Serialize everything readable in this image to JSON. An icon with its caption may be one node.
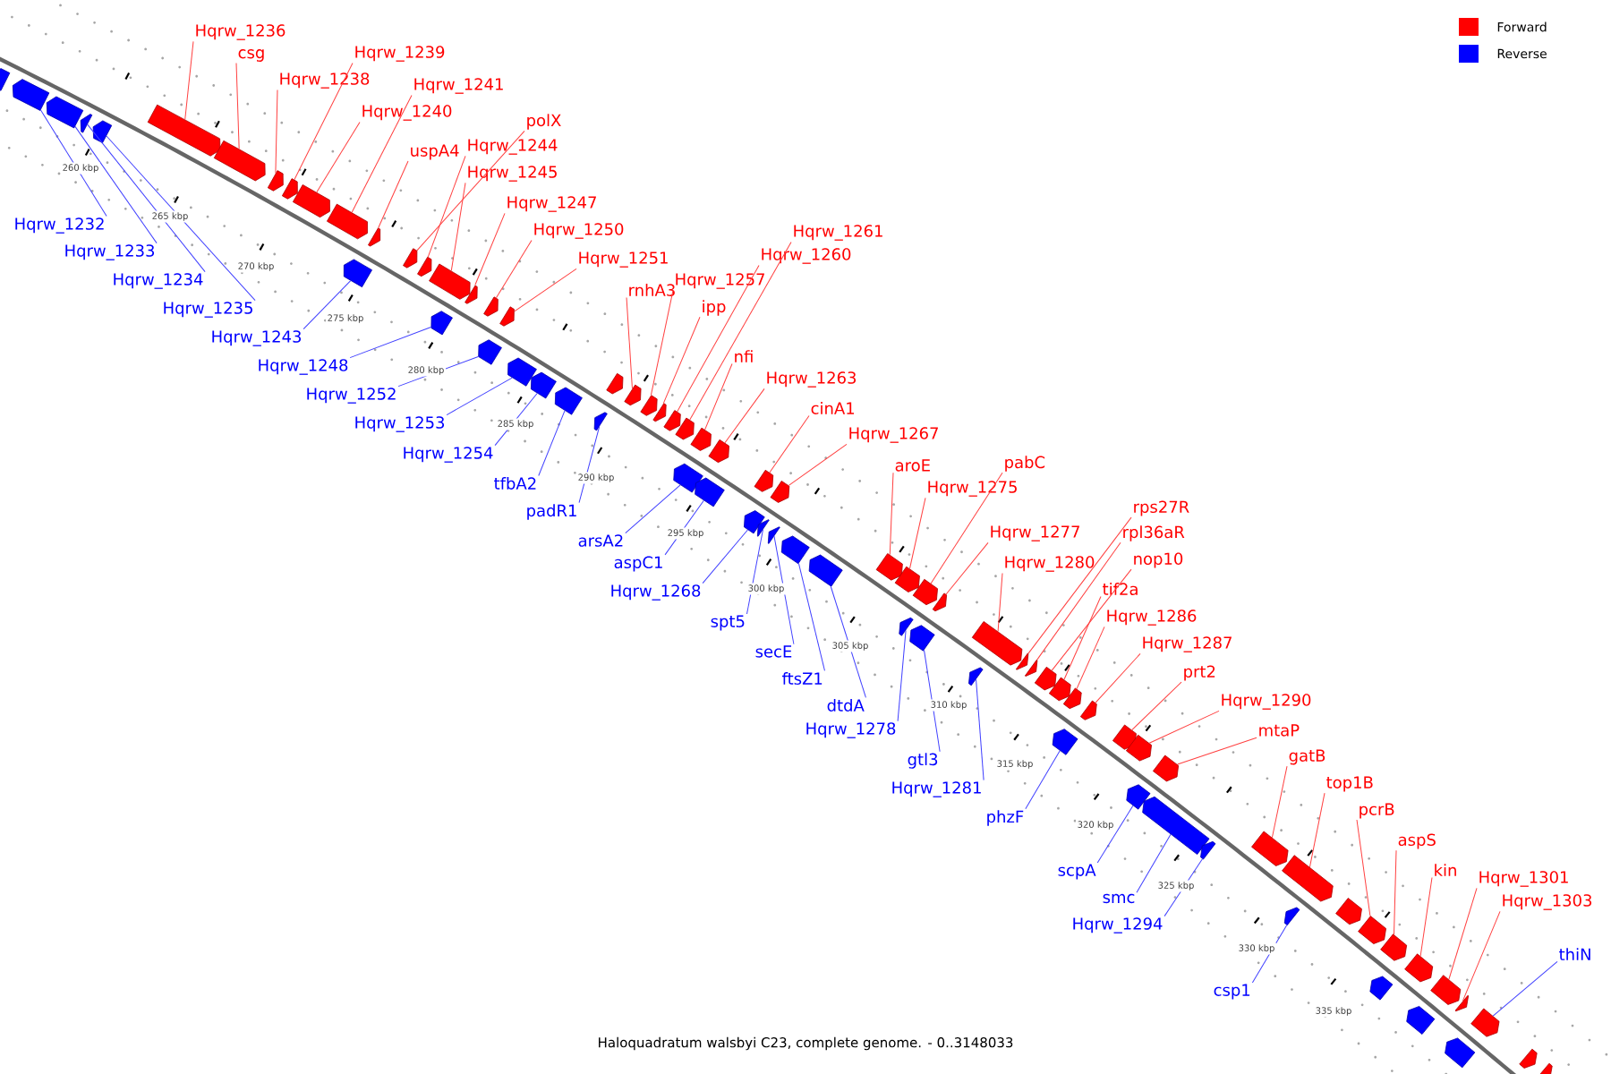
{
  "diagram": {
    "caption": "Haloquadratum walsbyi C23, complete genome. - 0..3148033",
    "nodes": [
      {
        "text": [],
        "shape": "arrow"
      },
      {
        "text": [
          "Hqrw_1232"
        ]
      },
      {
        "text": [],
        "shape": "arrow"
      },
      {
        "text": [
          "Hqrw_1233"
        ]
      },
      {
        "text": [],
        "shape": "arrow"
      },
      {
        "text": [
          "Hqrw_1234"
        ]
      },
      {
        "text": [],
        "shape": "arrow"
      },
      {
        "text": [
          "Hqrw_1235"
        ]
      },
      {
        "text": [],
        "shape": "arrow"
      },
      {
        "text": [
          "Hqrw_1236"
        ]
      },
      {
        "text": [],
        "shape": "arrow"
      },
      {
        "text": [
          "csg"
        ]
      },
      {
        "text": [],
        "shape": "arrow"
      },
      {
        "text": [
          "Hqrw_1238"
        ]
      },
      {
        "text": [],
        "shape": "arrow"
      },
      {
        "text": [
          "Hqrw_1239"
        ]
      },
      {
        "text": [],
        "shape": "arrow"
      },
      {
        "text": [
          "Hqrw_1240"
        ]
      },
      {
        "text": [],
        "shape": "arrow"
      },
      {
        "text": [
          "Hqrw_1241"
        ]
      },
      {
        "text": [],
        "shape": "arrow"
      },
      {
        "text": [
          "Hqrw_1243"
        ]
      },
      {
        "text": [],
        "shape": "arrow"
      },
      {
        "text": [
          "uspA4"
        ]
      },
      {
        "text": [],
        "shape": "arrow"
      },
      {
        "text": [
          "polX"
        ]
      },
      {
        "text": [],
        "shape": "arrow"
      },
      {
        "text": [
          "Hqrw_1244"
        ]
      },
      {
        "text": [],
        "shape": "arrow"
      },
      {
        "text": [
          "Hqrw_1245"
        ]
      },
      {
        "text": [],
        "shape": "arrow"
      },
      {
        "text": [
          "Hqrw_1248"
        ]
      },
      {
        "text": [],
        "shape": "arrow"
      },
      {
        "text": [
          "Hqrw_1247"
        ]
      },
      {
        "text": [],
        "shape": "arrow"
      },
      {
        "text": [
          "Hqrw_1250"
        ]
      },
      {
        "text": [],
        "shape": "arrow"
      },
      {
        "text": [
          "Hqrw_1251"
        ]
      },
      {
        "text": [],
        "shape": "arrow"
      },
      {
        "text": [
          "Hqrw_1252"
        ]
      },
      {
        "text": [],
        "shape": "arrow"
      },
      {
        "text": [
          "Hqrw_1253"
        ]
      },
      {
        "text": [],
        "shape": "arrow"
      },
      {
        "text": [
          "Hqrw_1254"
        ]
      },
      {
        "text": [],
        "shape": "arrow"
      },
      {
        "text": [
          "tfbA2"
        ]
      },
      {
        "text": [],
        "shape": "arrow"
      },
      {
        "text": [],
        "shape": "arrow"
      },
      {
        "text": [
          "padR1"
        ]
      },
      {
        "text": [],
        "shape": "arrow"
      },
      {
        "text": [
          "rnhA3"
        ]
      },
      {
        "text": [],
        "shape": "arrow"
      },
      {
        "text": [
          "Hqrw_1257"
        ]
      },
      {
        "text": [],
        "shape": "arrow"
      },
      {
        "text": [
          "ipp"
        ]
      },
      {
        "text": [],
        "shape": "arrow"
      },
      {
        "text": [
          "Hqrw_1260"
        ]
      },
      {
        "text": [],
        "shape": "arrow"
      },
      {
        "text": [
          "Hqrw_1261"
        ]
      },
      {
        "text": [],
        "shape": "arrow"
      },
      {
        "text": [
          "nfi"
        ]
      },
      {
        "text": [],
        "shape": "arrow"
      },
      {
        "text": [
          "arsA2"
        ]
      },
      {
        "text": [],
        "shape": "arrow"
      },
      {
        "text": [
          "Hqrw_1263"
        ]
      },
      {
        "text": [],
        "shape": "arrow"
      },
      {
        "text": [
          "aspC1"
        ]
      },
      {
        "text": [],
        "shape": "arrow"
      },
      {
        "text": [
          "cinA1"
        ]
      },
      {
        "text": [],
        "shape": "arrow"
      },
      {
        "text": [
          "Hqrw_1268"
        ]
      },
      {
        "text": [],
        "shape": "arrow"
      },
      {
        "text": [
          "Hqrw_1267"
        ]
      },
      {
        "text": [],
        "shape": "arrow"
      },
      {
        "text": [
          "spt5"
        ]
      },
      {
        "text": [],
        "shape": "arrow"
      },
      {
        "text": [
          "secE"
        ]
      },
      {
        "text": [],
        "shape": "arrow"
      },
      {
        "text": [
          "ftsZ1"
        ]
      },
      {
        "text": [],
        "shape": "arrow"
      },
      {
        "text": [
          "dtdA"
        ]
      },
      {
        "text": [],
        "shape": "arrow"
      },
      {
        "text": [
          "aroE"
        ]
      },
      {
        "text": [],
        "shape": "arrow"
      },
      {
        "text": [
          "Hqrw_1275"
        ]
      },
      {
        "text": [],
        "shape": "arrow"
      },
      {
        "text": [
          "pabC"
        ]
      },
      {
        "text": [],
        "shape": "arrow"
      },
      {
        "text": [
          "Hqrw_1278"
        ]
      },
      {
        "text": [],
        "shape": "arrow"
      },
      {
        "text": [
          "Hqrw_1277"
        ]
      },
      {
        "text": [],
        "shape": "arrow"
      },
      {
        "text": [
          "gtl3"
        ]
      },
      {
        "text": [],
        "shape": "arrow"
      },
      {
        "text": [
          "Hqrw_1280"
        ]
      },
      {
        "text": [],
        "shape": "arrow"
      },
      {
        "text": [
          "Hqrw_1281"
        ]
      },
      {
        "text": [],
        "shape": "arrow"
      },
      {
        "text": [
          "rps27R"
        ]
      },
      {
        "text": [],
        "shape": "arrow"
      },
      {
        "text": [
          "rpl36aR"
        ]
      },
      {
        "text": [],
        "shape": "arrow"
      },
      {
        "text": [
          "nop10"
        ]
      },
      {
        "text": [],
        "shape": "arrow"
      },
      {
        "text": [
          "tif2a"
        ]
      },
      {
        "text": [],
        "shape": "arrow"
      },
      {
        "text": [
          "Hqrw_1286"
        ]
      },
      {
        "text": [],
        "shape": "arrow"
      },
      {
        "text": [
          "phzF"
        ]
      },
      {
        "text": [],
        "shape": "arrow"
      },
      {
        "text": [
          "Hqrw_1287"
        ]
      },
      {
        "text": [],
        "shape": "arrow"
      },
      {
        "text": [
          "prt2"
        ]
      },
      {
        "text": [],
        "shape": "arrow"
      },
      {
        "text": [
          "Hqrw_1290"
        ]
      },
      {
        "text": [],
        "shape": "arrow"
      },
      {
        "text": [
          "scpA"
        ]
      },
      {
        "text": [],
        "shape": "arrow"
      },
      {
        "text": [
          "mtaP"
        ]
      },
      {
        "text": [],
        "shape": "arrow"
      },
      {
        "text": [
          "smc"
        ]
      },
      {
        "text": [],
        "shape": "arrow"
      },
      {
        "text": [
          "Hqrw_1294"
        ]
      },
      {
        "text": [],
        "shape": "arrow"
      },
      {
        "text": [
          "gatB"
        ]
      },
      {
        "text": [],
        "shape": "arrow"
      },
      {
        "text": [
          "top1B"
        ]
      },
      {
        "text": [],
        "shape": "arrow"
      },
      {
        "text": [
          "csp1"
        ]
      },
      {
        "text": [],
        "shape": "arrow"
      },
      {
        "text": [],
        "shape": "arrow"
      },
      {
        "text": [
          "pcrB"
        ]
      },
      {
        "text": [],
        "shape": "arrow"
      },
      {
        "text": [
          "aspS"
        ]
      },
      {
        "text": [],
        "shape": "arrow"
      },
      {
        "text": [],
        "shape": "arrow"
      },
      {
        "text": [
          "kin"
        ]
      },
      {
        "text": [],
        "shape": "arrow"
      },
      {
        "text": [
          "Hqrw_1301"
        ]
      },
      {
        "text": [],
        "shape": "arrow"
      },
      {
        "text": [],
        "shape": "arrow"
      },
      {
        "text": [
          "Hqrw_1303"
        ]
      },
      {
        "text": [],
        "shape": "arrow"
      },
      {
        "text": [],
        "shape": "arrow"
      },
      {
        "text": [],
        "shape": "arrow"
      },
      {
        "text": [
          "thiN"
        ]
      },
      {
        "text": [],
        "shape": "arrow"
      },
      {
        "text": [],
        "shape": "arrow"
      }
    ],
    "edges": [
      {
        "from": 1,
        "to": 2,
        "arrow": "none",
        "color": "#4040ff"
      },
      {
        "from": 3,
        "to": 4,
        "arrow": "none",
        "color": "#4040ff"
      },
      {
        "from": 5,
        "to": 6,
        "arrow": "none",
        "color": "#4040ff"
      },
      {
        "from": 7,
        "to": 8,
        "arrow": "none",
        "color": "#4040ff"
      },
      {
        "from": 9,
        "to": 10,
        "arrow": "none"
      },
      {
        "from": 11,
        "to": 12,
        "arrow": "none"
      },
      {
        "from": 13,
        "to": 14,
        "arrow": "none"
      },
      {
        "from": 15,
        "to": 16,
        "arrow": "none"
      },
      {
        "from": 17,
        "to": 18,
        "arrow": "none"
      },
      {
        "from": 19,
        "to": 20,
        "arrow": "none"
      },
      {
        "from": 21,
        "to": 22,
        "arrow": "none",
        "color": "#4040ff"
      },
      {
        "from": 23,
        "to": 24,
        "arrow": "none"
      },
      {
        "from": 25,
        "to": 26,
        "arrow": "none"
      },
      {
        "from": 27,
        "to": 28,
        "arrow": "none"
      },
      {
        "from": 29,
        "to": 30,
        "arrow": "none"
      },
      {
        "from": 31,
        "to": 32,
        "arrow": "none",
        "color": "#4040ff"
      },
      {
        "from": 33,
        "to": 34,
        "arrow": "none"
      },
      {
        "from": 35,
        "to": 36,
        "arrow": "none"
      },
      {
        "from": 37,
        "to": 38,
        "arrow": "none"
      },
      {
        "from": 39,
        "to": 40,
        "arrow": "none",
        "color": "#4040ff"
      },
      {
        "from": 41,
        "to": 42,
        "arrow": "none",
        "color": "#4040ff"
      },
      {
        "from": 43,
        "to": 44,
        "arrow": "none",
        "color": "#4040ff"
      },
      {
        "from": 45,
        "to": 46,
        "arrow": "none",
        "color": "#4040ff"
      },
      {
        "from": 48,
        "to": 49,
        "arrow": "none",
        "color": "#4040ff"
      },
      {
        "from": 50,
        "to": 51,
        "arrow": "none"
      },
      {
        "from": 52,
        "to": 53,
        "arrow": "none"
      },
      {
        "from": 54,
        "to": 55,
        "arrow": "none"
      },
      {
        "from": 56,
        "to": 57,
        "arrow": "none"
      },
      {
        "from": 58,
        "to": 59,
        "arrow": "none"
      },
      {
        "from": 60,
        "to": 61,
        "arrow": "none"
      },
      {
        "from": 62,
        "to": 63,
        "arrow": "none",
        "color": "#4040ff"
      },
      {
        "from": 64,
        "to": 65,
        "arrow": "none"
      },
      {
        "from": 66,
        "to": 67,
        "arrow": "none",
        "color": "#4040ff"
      },
      {
        "from": 68,
        "to": 69,
        "arrow": "none"
      },
      {
        "from": 70,
        "to": 71,
        "arrow": "none",
        "color": "#4040ff"
      },
      {
        "from": 72,
        "to": 73,
        "arrow": "none"
      },
      {
        "from": 74,
        "to": 75,
        "arrow": "none",
        "color": "#4040ff"
      },
      {
        "from": 76,
        "to": 77,
        "arrow": "none",
        "color": "#4040ff"
      },
      {
        "from": 78,
        "to": 79,
        "arrow": "none",
        "color": "#4040ff"
      },
      {
        "from": 80,
        "to": 81,
        "arrow": "none",
        "color": "#4040ff"
      },
      {
        "from": 82,
        "to": 83,
        "arrow": "none"
      },
      {
        "from": 84,
        "to": 85,
        "arrow": "none"
      },
      {
        "from": 86,
        "to": 87,
        "arrow": "none"
      },
      {
        "from": 88,
        "to": 89,
        "arrow": "none",
        "color": "#4040ff"
      },
      {
        "from": 90,
        "to": 91,
        "arrow": "none"
      },
      {
        "from": 92,
        "to": 93,
        "arrow": "none",
        "color": "#4040ff"
      },
      {
        "from": 94,
        "to": 95,
        "arrow": "none"
      },
      {
        "from": 96,
        "to": 97,
        "arrow": "none",
        "color": "#4040ff"
      },
      {
        "from": 98,
        "to": 99,
        "arrow": "none"
      },
      {
        "from": 100,
        "to": 101,
        "arrow": "none"
      },
      {
        "from": 102,
        "to": 103,
        "arrow": "none"
      },
      {
        "from": 104,
        "to": 105,
        "arrow": "none"
      },
      {
        "from": 106,
        "to": 107,
        "arrow": "none"
      },
      {
        "from": 108,
        "to": 109,
        "arrow": "none",
        "color": "#4040ff"
      },
      {
        "from": 110,
        "to": 111,
        "arrow": "none"
      },
      {
        "from": 112,
        "to": 113,
        "arrow": "none"
      },
      {
        "from": 114,
        "to": 115,
        "arrow": "none"
      },
      {
        "from": 116,
        "to": 117,
        "arrow": "none",
        "color": "#4040ff"
      },
      {
        "from": 118,
        "to": 119,
        "arrow": "none"
      },
      {
        "from": 120,
        "to": 121,
        "arrow": "none",
        "color": "#4040ff"
      },
      {
        "from": 122,
        "to": 123,
        "arrow": "none",
        "color": "#4040ff"
      },
      {
        "from": 124,
        "to": 125,
        "arrow": "none"
      },
      {
        "from": 126,
        "to": 127,
        "arrow": "none"
      },
      {
        "from": 128,
        "to": 129,
        "arrow": "none",
        "color": "#4040ff"
      },
      {
        "from": 131,
        "to": 132,
        "arrow": "none"
      },
      {
        "from": 133,
        "to": 134,
        "arrow": "none"
      },
      {
        "from": 136,
        "to": 137,
        "arrow": "none"
      },
      {
        "from": 138,
        "to": 139,
        "arrow": "none"
      },
      {
        "from": 141,
        "to": 142,
        "arrow": "none"
      },
      {
        "from": 145,
        "to": 143,
        "arrow": "none",
        "color": "#4040ff"
      }
    ],
    "labels": [
      "260 kbp",
      "265 kbp",
      "270 kbp",
      "275 kbp",
      "280 kbp",
      "285 kbp",
      "290 kbp",
      "295 kbp",
      "300 kbp",
      "305 kbp",
      "310 kbp",
      "315 kbp",
      "320 kbp",
      "325 kbp",
      "330 kbp",
      "335 kbp"
    ],
    "legend": [
      {
        "text": "Forward",
        "color": "#ff0000"
      },
      {
        "text": "Reverse",
        "color": "#0000ff"
      }
    ]
  }
}
